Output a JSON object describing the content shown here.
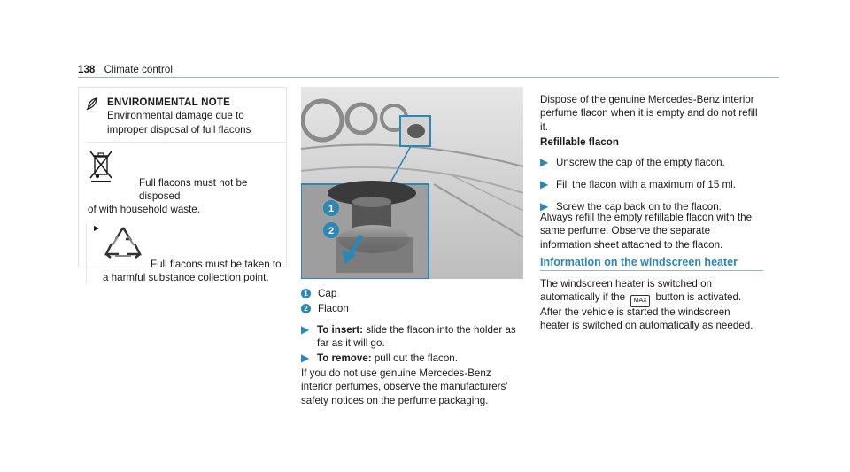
{
  "header": {
    "page_number": "138",
    "section": "Climate control"
  },
  "environment_note": {
    "heading": "ENVIRONMENTAL NOTE",
    "text": "Environmental damage due to improper disposal of full flacons",
    "bin_text_1": "Full flacons must not be disposed",
    "bin_text_2": "of with household waste.",
    "recycle_text_1": "Full flacons must be taken to",
    "recycle_text_2": "a harmful substance collection point."
  },
  "legend": [
    {
      "number": "1",
      "label": "Cap"
    },
    {
      "number": "2",
      "label": "Flacon"
    }
  ],
  "instructions": {
    "insert_label": "To insert:",
    "insert_text": " slide the flacon into the holder as far as it will go.",
    "remove_label": "To remove:",
    "remove_text": " pull out the flacon.",
    "note": "If you do not use genuine Mercedes-Benz interior perfumes, observe the manufacturers' safety notices on the perfume packaging."
  },
  "right_column": {
    "dispose_text": "Dispose of the genuine Mercedes-Benz interior perfume flacon when it is empty and do not refill it.",
    "refillable_heading": "Refillable flacon",
    "steps": [
      "Unscrew the cap of the empty flacon.",
      "Fill the flacon with a maximum of 15 ml.",
      "Screw the cap back on to the flacon."
    ],
    "refill_note": "Always refill the empty refillable flacon with the same perfume. Observe the separate information sheet attached to the flacon.",
    "heater_heading": "Information on the windscreen heater",
    "heater_text_1a": "The windscreen heater is switched on automatically if the",
    "heater_button": "MAX",
    "heater_text_1b": "button is activated.",
    "heater_text_2": "After the vehicle is started the windscreen heater is switched on automatically as needed."
  },
  "colors": {
    "accent": "#2c87b5",
    "rule": "#8fb8d0",
    "text": "#1a1a1a"
  },
  "icons": [
    "environment-leaf-icon",
    "crossed-out-bin-icon",
    "recycling-icon",
    "windscreen-max-icon"
  ]
}
